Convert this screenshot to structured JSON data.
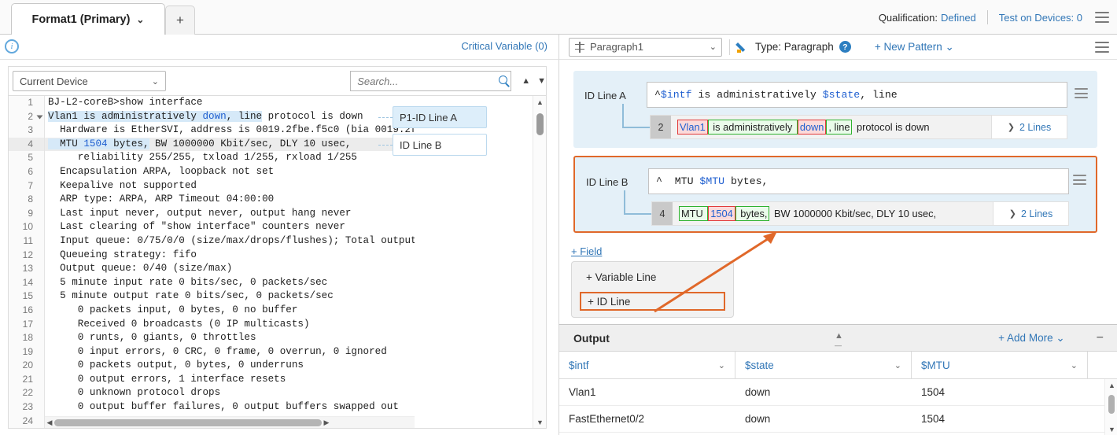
{
  "topbar": {
    "tab_label": "Format1 (Primary)",
    "add_tab_label": "+",
    "qualification_label": "Qualification:",
    "qualification_value": "Defined",
    "test_devices": "Test on Devices: 0",
    "accent": "#3277b7"
  },
  "subbar_left": {
    "info_icon": "info-icon",
    "critical_variable": "Critical Variable (0)"
  },
  "subbar_right": {
    "paragraph_select": "Paragraph1",
    "type_label": "Type: Paragraph",
    "new_pattern": "+ New Pattern"
  },
  "left_toolbar": {
    "device_select": "Current Device",
    "search_placeholder": "Search...",
    "up_arrow": "▲",
    "down_arrow": "▼"
  },
  "editor": {
    "lines": [
      {
        "n": "1",
        "text": "BJ-L2-coreB>show interface"
      },
      {
        "n": "2",
        "text": "Vlan1 is administratively down, line protocol is down"
      },
      {
        "n": "3",
        "text": "  Hardware is EtherSVI, address is 0019.2fbe.f5c0 (bia 0019.2f"
      },
      {
        "n": "4",
        "text": "  MTU 1504 bytes, BW 1000000 Kbit/sec, DLY 10 usec,"
      },
      {
        "n": "5",
        "text": "     reliability 255/255, txload 1/255, rxload 1/255"
      },
      {
        "n": "6",
        "text": "  Encapsulation ARPA, loopback not set"
      },
      {
        "n": "7",
        "text": "  Keepalive not supported"
      },
      {
        "n": "8",
        "text": "  ARP type: ARPA, ARP Timeout 04:00:00"
      },
      {
        "n": "9",
        "text": "  Last input never, output never, output hang never"
      },
      {
        "n": "10",
        "text": "  Last clearing of \"show interface\" counters never"
      },
      {
        "n": "11",
        "text": "  Input queue: 0/75/0/0 (size/max/drops/flushes); Total output"
      },
      {
        "n": "12",
        "text": "  Queueing strategy: fifo"
      },
      {
        "n": "13",
        "text": "  Output queue: 0/40 (size/max)"
      },
      {
        "n": "14",
        "text": "  5 minute input rate 0 bits/sec, 0 packets/sec"
      },
      {
        "n": "15",
        "text": "  5 minute output rate 0 bits/sec, 0 packets/sec"
      },
      {
        "n": "16",
        "text": "     0 packets input, 0 bytes, 0 no buffer"
      },
      {
        "n": "17",
        "text": "     Received 0 broadcasts (0 IP multicasts)"
      },
      {
        "n": "18",
        "text": "     0 runts, 0 giants, 0 throttles"
      },
      {
        "n": "19",
        "text": "     0 input errors, 0 CRC, 0 frame, 0 overrun, 0 ignored"
      },
      {
        "n": "20",
        "text": "     0 packets output, 0 bytes, 0 underruns"
      },
      {
        "n": "21",
        "text": "     0 output errors, 1 interface resets"
      },
      {
        "n": "22",
        "text": "     0 unknown protocol drops"
      },
      {
        "n": "23",
        "text": "     0 output buffer failures, 0 output buffers swapped out"
      },
      {
        "n": "24",
        "text": ""
      }
    ],
    "line2_parts": {
      "p1": "Vlan1 is administratively ",
      "p2": "down",
      "p3": ", line",
      "p4": " protocol is down"
    },
    "line4_parts": {
      "p0": "  MTU ",
      "p1": "1504",
      "p2": " bytes,",
      "p3": " BW 1000000 Kbit/sec, DLY 10 usec,"
    }
  },
  "mini_labels": {
    "a": "P1-ID Line A",
    "b": "ID Line B"
  },
  "patterns": [
    {
      "id": "a",
      "label": "ID Line A",
      "pattern_prefix": "^",
      "pattern_tokens": [
        {
          "t": "$intf",
          "var": true
        },
        {
          "t": " is administratively ",
          "var": false
        },
        {
          "t": "$state",
          "var": true
        },
        {
          "t": ", line",
          "var": false
        }
      ],
      "match_line_number": "2",
      "match_tokens": [
        {
          "t": "Vlan1",
          "style": "red"
        },
        {
          "t": " is administratively ",
          "style": "green"
        },
        {
          "t": "down",
          "style": "red"
        },
        {
          "t": ", line",
          "style": "green"
        },
        {
          "t": " protocol is down",
          "style": "plain"
        }
      ],
      "lines_button": "2 Lines"
    },
    {
      "id": "b",
      "label": "ID Line B",
      "pattern_prefix": "^",
      "pattern_tokens": [
        {
          "t": "  MTU ",
          "var": false
        },
        {
          "t": "$MTU",
          "var": true
        },
        {
          "t": " bytes,",
          "var": false
        }
      ],
      "match_line_number": "4",
      "match_tokens": [
        {
          "t": "MTU ",
          "style": "green"
        },
        {
          "t": "1504",
          "style": "red"
        },
        {
          "t": " bytes,",
          "style": "green"
        },
        {
          "t": " BW 1000000 Kbit/sec, DLY 10 usec,",
          "style": "plain"
        }
      ],
      "lines_button": "2 Lines"
    }
  ],
  "field": {
    "add_field_link": "+ Field",
    "menu": [
      {
        "label": "+ Variable Line",
        "highlighted": false
      },
      {
        "label": "+ ID Line",
        "highlighted": true
      }
    ],
    "highlight_color": "#e0682a"
  },
  "output": {
    "title": "Output",
    "add_more": "+ Add More",
    "minus": "−",
    "columns": [
      "$intf",
      "$state",
      "$MTU"
    ],
    "rows": [
      [
        "Vlan1",
        "down",
        "1504"
      ],
      [
        "FastEthernet0/2",
        "down",
        "1504"
      ]
    ]
  }
}
